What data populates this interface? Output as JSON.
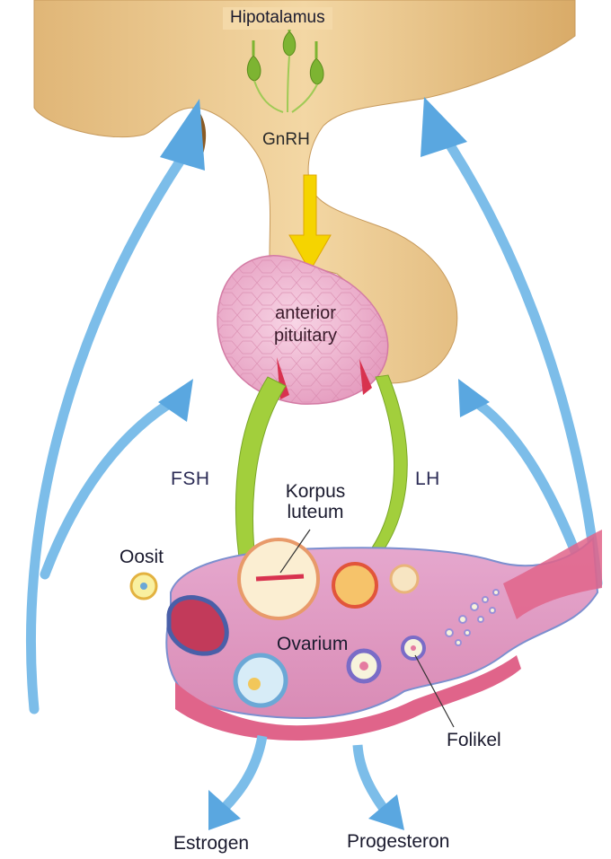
{
  "labels": {
    "hipotalamus": "Hipotalamus",
    "gnrh": "GnRH",
    "anterior_pituitary_line1": "anterior",
    "anterior_pituitary_line2": "pituitary",
    "fsh": "FSH",
    "lh": "LH",
    "korpus_luteum_line1": "Korpus",
    "korpus_luteum_line2": "luteum",
    "oosit": "Oosit",
    "ovarium": "Ovarium",
    "folikel": "Folikel",
    "estrogen": "Estrogen",
    "progesteron": "Progesteron"
  },
  "colors": {
    "hypothalamus_tissue": "#e8c48a",
    "pituitary": "#f0b8d0",
    "hormone_arrow": "#9ccc3c",
    "feedback_arrow": "#6fb4e6",
    "gnrh_arrow": "#f2d000",
    "ovary": "#e9a2c4",
    "ovary_edge": "#d8557a"
  }
}
